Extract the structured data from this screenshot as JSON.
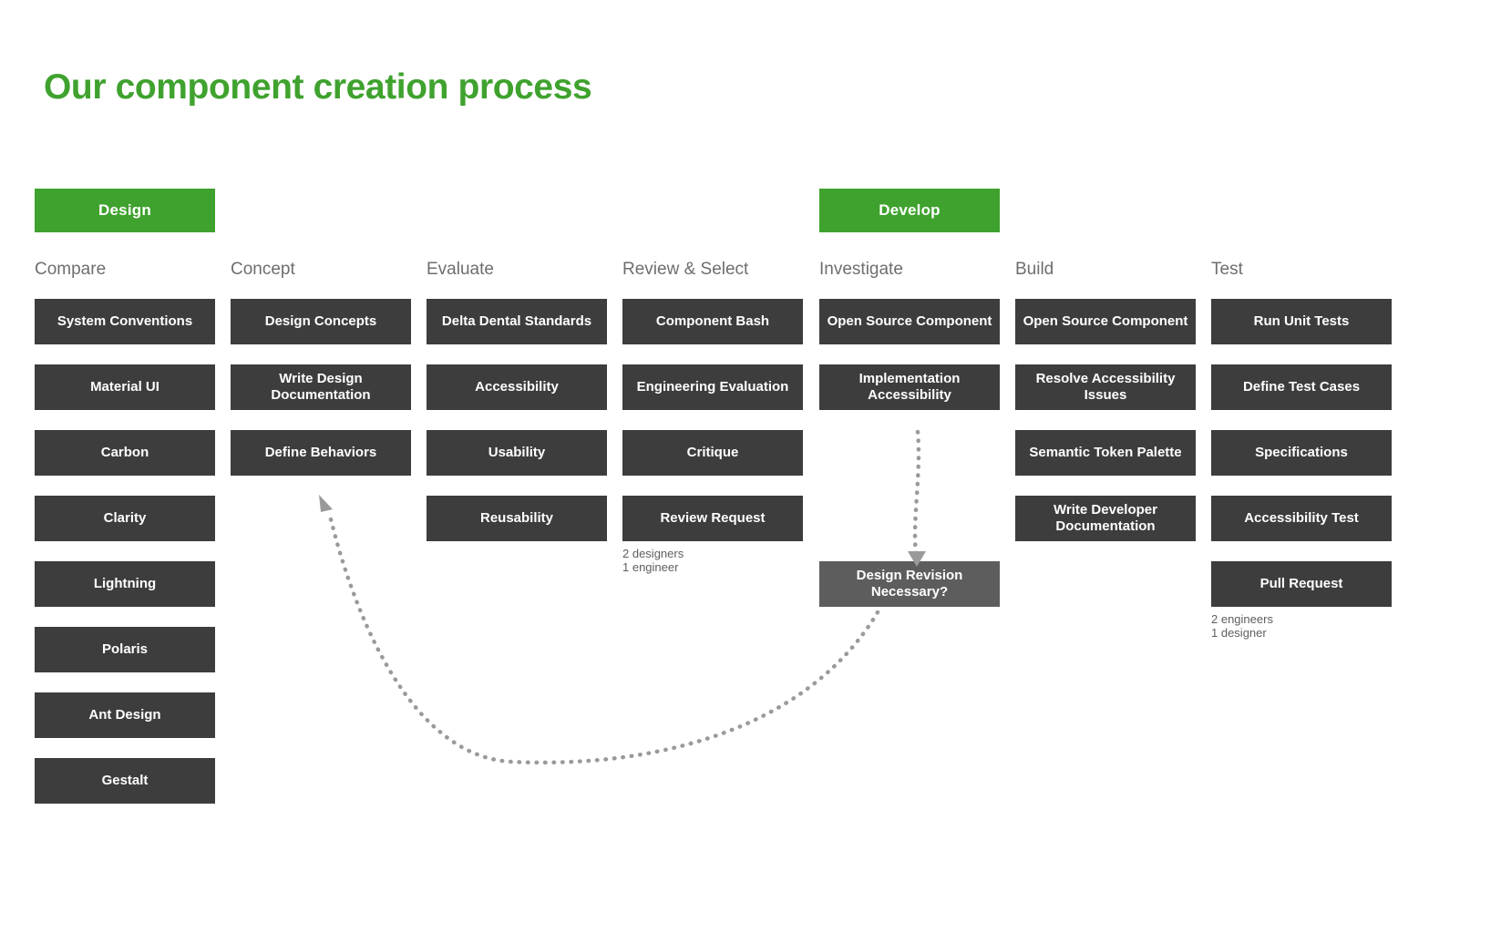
{
  "page": {
    "title": "Our component creation process",
    "title_color": "#3fa22e",
    "background": "#ffffff"
  },
  "phases": [
    {
      "label": "Design",
      "color": "#3fa22e"
    },
    {
      "label": "Develop",
      "color": "#3fa22e"
    }
  ],
  "columns": [
    {
      "heading": "Compare",
      "items": [
        "System Conventions",
        "Material UI",
        "Carbon",
        "Clarity",
        "Lightning",
        "Polaris",
        "Ant Design",
        "Gestalt"
      ]
    },
    {
      "heading": "Concept",
      "items": [
        "Design Concepts",
        "Write Design Documentation",
        "Define Behaviors"
      ]
    },
    {
      "heading": "Evaluate",
      "items": [
        "Delta Dental Standards",
        "Accessibility",
        "Usability",
        "Reusability"
      ]
    },
    {
      "heading": "Review & Select",
      "items": [
        "Component Bash",
        "Engineering Evaluation",
        "Critique",
        "Review Request"
      ],
      "note": [
        "2 designers",
        "1 engineer"
      ]
    },
    {
      "heading": "Investigate",
      "items": [
        "Open Source Component",
        "Implementation Accessibility"
      ],
      "decision": "Design Revision Necessary?"
    },
    {
      "heading": "Build",
      "items": [
        "Open Source Component",
        "Resolve Accessibility Issues",
        "Semantic Token Palette",
        "Write Developer Documentation"
      ]
    },
    {
      "heading": "Test",
      "items": [
        "Run Unit Tests",
        "Define Test Cases",
        "Specifications",
        "Accessibility Test",
        "Pull Request"
      ],
      "note": [
        "2 engineers",
        "1 designer"
      ]
    }
  ],
  "colors": {
    "box": "#3d3d3d",
    "decision_box": "#5d5d5d",
    "heading": "#6e6e6e",
    "note": "#5e5e5e",
    "arrow": "#9a9a9a",
    "accent": "#3fa22e"
  },
  "arrows": [
    {
      "name": "implementation-to-decision",
      "style": "dotted",
      "direction": "down"
    },
    {
      "name": "decision-to-define-behaviors",
      "style": "dotted",
      "direction": "up-left"
    }
  ]
}
